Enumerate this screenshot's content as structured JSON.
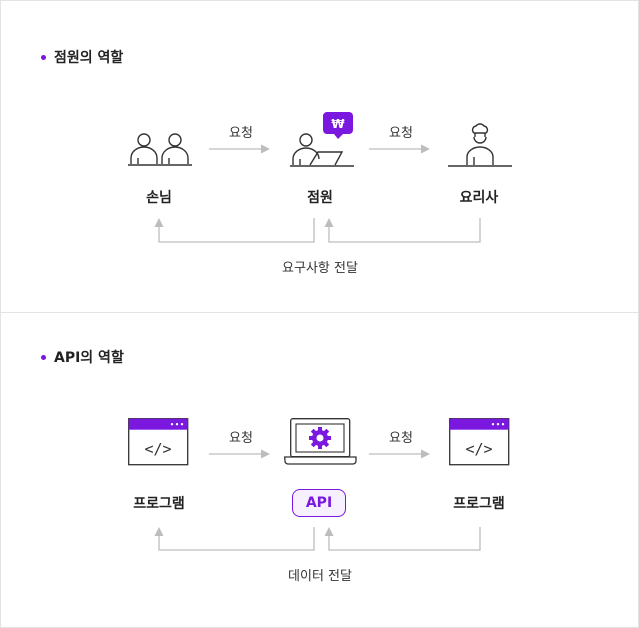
{
  "section1": {
    "title": "점원의 역할",
    "nodes": {
      "customer": "손님",
      "clerk": "점원",
      "cook": "요리사"
    },
    "arrow_left": "요청",
    "arrow_right": "요청",
    "payment_symbol": "₩",
    "bottom_caption": "요구사항 전달"
  },
  "section2": {
    "title": "API의 역할",
    "nodes": {
      "program_left": "프로그램",
      "api": "API",
      "program_right": "프로그램"
    },
    "arrow_left": "요청",
    "arrow_right": "요청",
    "bottom_caption": "데이터 전달"
  },
  "colors": {
    "accent": "#7a18e0",
    "line": "#bdbdbd",
    "text": "#222222"
  }
}
